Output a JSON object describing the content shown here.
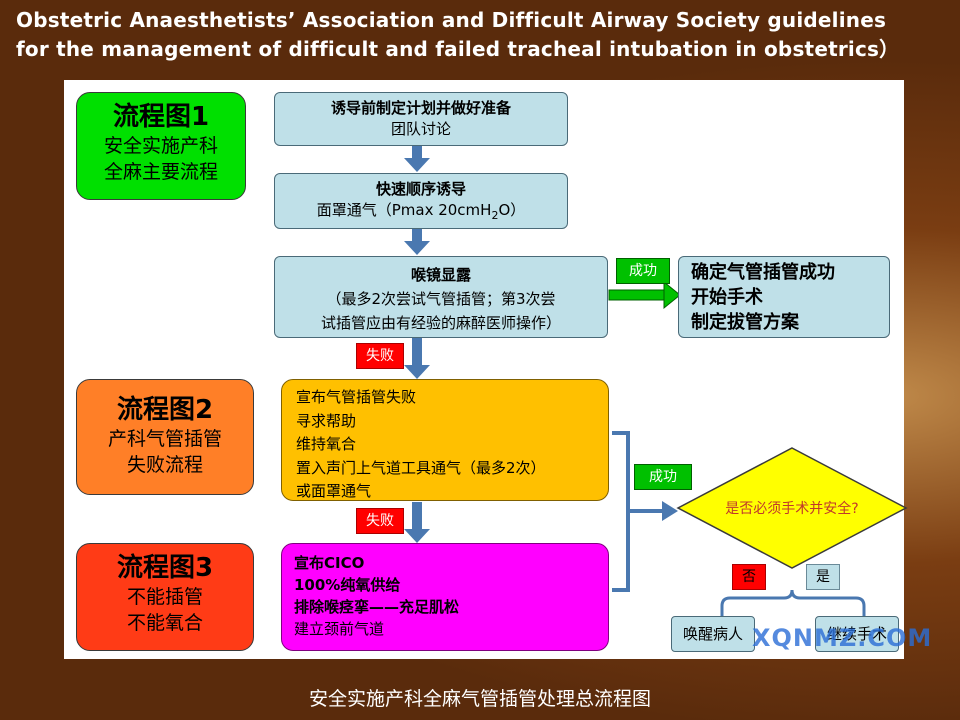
{
  "header": {
    "title_line1": "Obstetric Anaesthetists’ Association and Difficult Airway Society guidelines",
    "title_line2": "for the management of difficult and failed tracheal intubation in obstetrics）"
  },
  "flowcharts": [
    {
      "title": "流程图1",
      "line1": "安全实施产科",
      "line2": "全麻主要流程",
      "color": "#00e000"
    },
    {
      "title": "流程图2",
      "line1": "产科气管插管",
      "line2": "失败流程",
      "color": "#ff7f27"
    },
    {
      "title": "流程图3",
      "line1": "不能插管",
      "line2": "不能氧合",
      "color": "#ff3b16"
    }
  ],
  "steps": {
    "plan": {
      "line1": "诱导前制定计划并做好准备",
      "line2": "团队讨论"
    },
    "rsi": {
      "line1": "快速顺序诱导",
      "line2_pre": "面罩通气（Pmax 20cmH",
      "line2_sub": "2",
      "line2_post": "O）"
    },
    "laryngoscopy": {
      "line1": "喉镜显露",
      "line2": "（最多2次尝试气管插管；第3次尝",
      "line3": "试插管应由有经验的麻醉医师操作）"
    },
    "success_box": {
      "line1": "确定气管插管成功",
      "line2": "开始手术",
      "line3": "制定拔管方案"
    },
    "failed": {
      "lines": [
        "宣布气管插管失败",
        "寻求帮助",
        "维持氧合",
        "置入声门上气道工具通气（最多2次）",
        "或面罩通气"
      ]
    },
    "cico": {
      "lines": [
        "宣布CICO",
        "100%纯氧供给",
        "排除喉痉挛——充足肌松",
        "建立颈前气道"
      ]
    },
    "decision": "是否必须手术并安全?",
    "wake": "唤醒病人",
    "continue": "继续手术"
  },
  "tags": {
    "success1": "成功",
    "fail1": "失败",
    "success2": "成功",
    "fail2": "失败",
    "no": "否",
    "yes": "是"
  },
  "caption": "安全实施产科全麻气管插管处理总流程图",
  "watermark": "XQNMZ.COM",
  "colors": {
    "background": "#5a2b0c",
    "step_blue": "#bfe0e8",
    "yellow": "#ffc000",
    "magenta": "#ff00ff",
    "decision": "#ffff00",
    "arrow": "#4a78b0"
  }
}
